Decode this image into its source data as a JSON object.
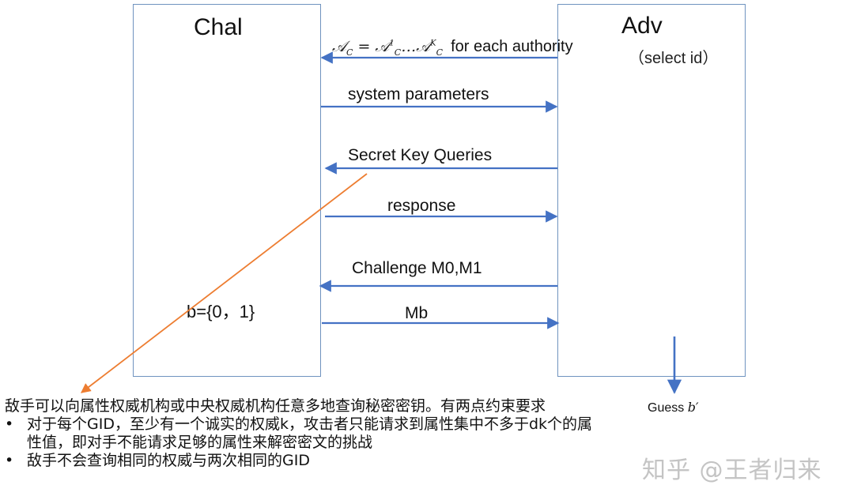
{
  "parties": {
    "chal": "Chal",
    "adv": "Adv",
    "adv_note": "（select id）"
  },
  "formula": {
    "lhs": "𝒜",
    "lhs_sub": "C",
    "eq": " = ",
    "t1": "𝒜",
    "t1_sup": "1",
    "t1_sub": "C",
    "dots": "…",
    "t2": "𝒜",
    "t2_sup": "K",
    "t2_sub": "C",
    "rest": "for each authority"
  },
  "messages": {
    "system_parameters": "system parameters",
    "secret_key_queries": "Secret Key Queries",
    "response": "response",
    "challenge": "Challenge M0,M1",
    "mb": "Mb"
  },
  "b_label": "b={0，1}",
  "guess": {
    "text": "Guess ",
    "var": "b′"
  },
  "annotation": {
    "para": "敌手可以向属性权威机构或中央权威机构任意多地查询秘密密钥。有两点约束要求",
    "bullets": [
      "对于每个GID，至少有一个诚实的权威k，攻击者只能请求到属性集中不多于dk个的属性值，即对手不能请求足够的属性来解密密文的挑战",
      "敌手不会查询相同的权威与两次相同的GID"
    ]
  },
  "watermark": "知乎 @王者归来",
  "colors": {
    "box_border": "#6f93bf",
    "arrow": "#4472c4",
    "pointer": "#ed7d31"
  }
}
